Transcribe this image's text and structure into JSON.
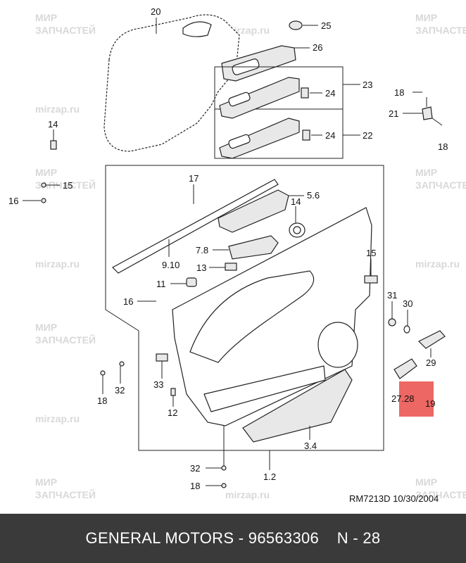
{
  "watermark": {
    "line1": "МИР",
    "line2": "ЗАПЧАСТЕЙ",
    "site": "mirzap.ru"
  },
  "callouts": {
    "c20": "20",
    "c25": "25",
    "c26": "26",
    "c23": "23",
    "c24a": "24",
    "c22": "22",
    "c24b": "24",
    "c18a": "18",
    "c21": "21",
    "c18b": "18",
    "c14a": "14",
    "c15a": "15",
    "c16a": "16",
    "c17": "17",
    "c56": "5.6",
    "c14b": "14",
    "c910": "9.10",
    "c78": "7.8",
    "c13": "13",
    "c15b": "15",
    "c11": "11",
    "c16b": "16",
    "c31": "31",
    "c30": "30",
    "c29": "29",
    "c2728": "27.28",
    "c19": "19",
    "c32a": "32",
    "c18c": "18",
    "c33": "33",
    "c12": "12",
    "c34": "3.4",
    "c32b": "32",
    "c12b": "1.2",
    "c18d": "18"
  },
  "drawing_ref": "RM7213D  10/30/2004",
  "footer": {
    "text": "GENERAL MOTORS - 96563306    N - 28"
  },
  "colors": {
    "highlight": "#e8413d",
    "footer_bg": "#3a3a3a"
  }
}
